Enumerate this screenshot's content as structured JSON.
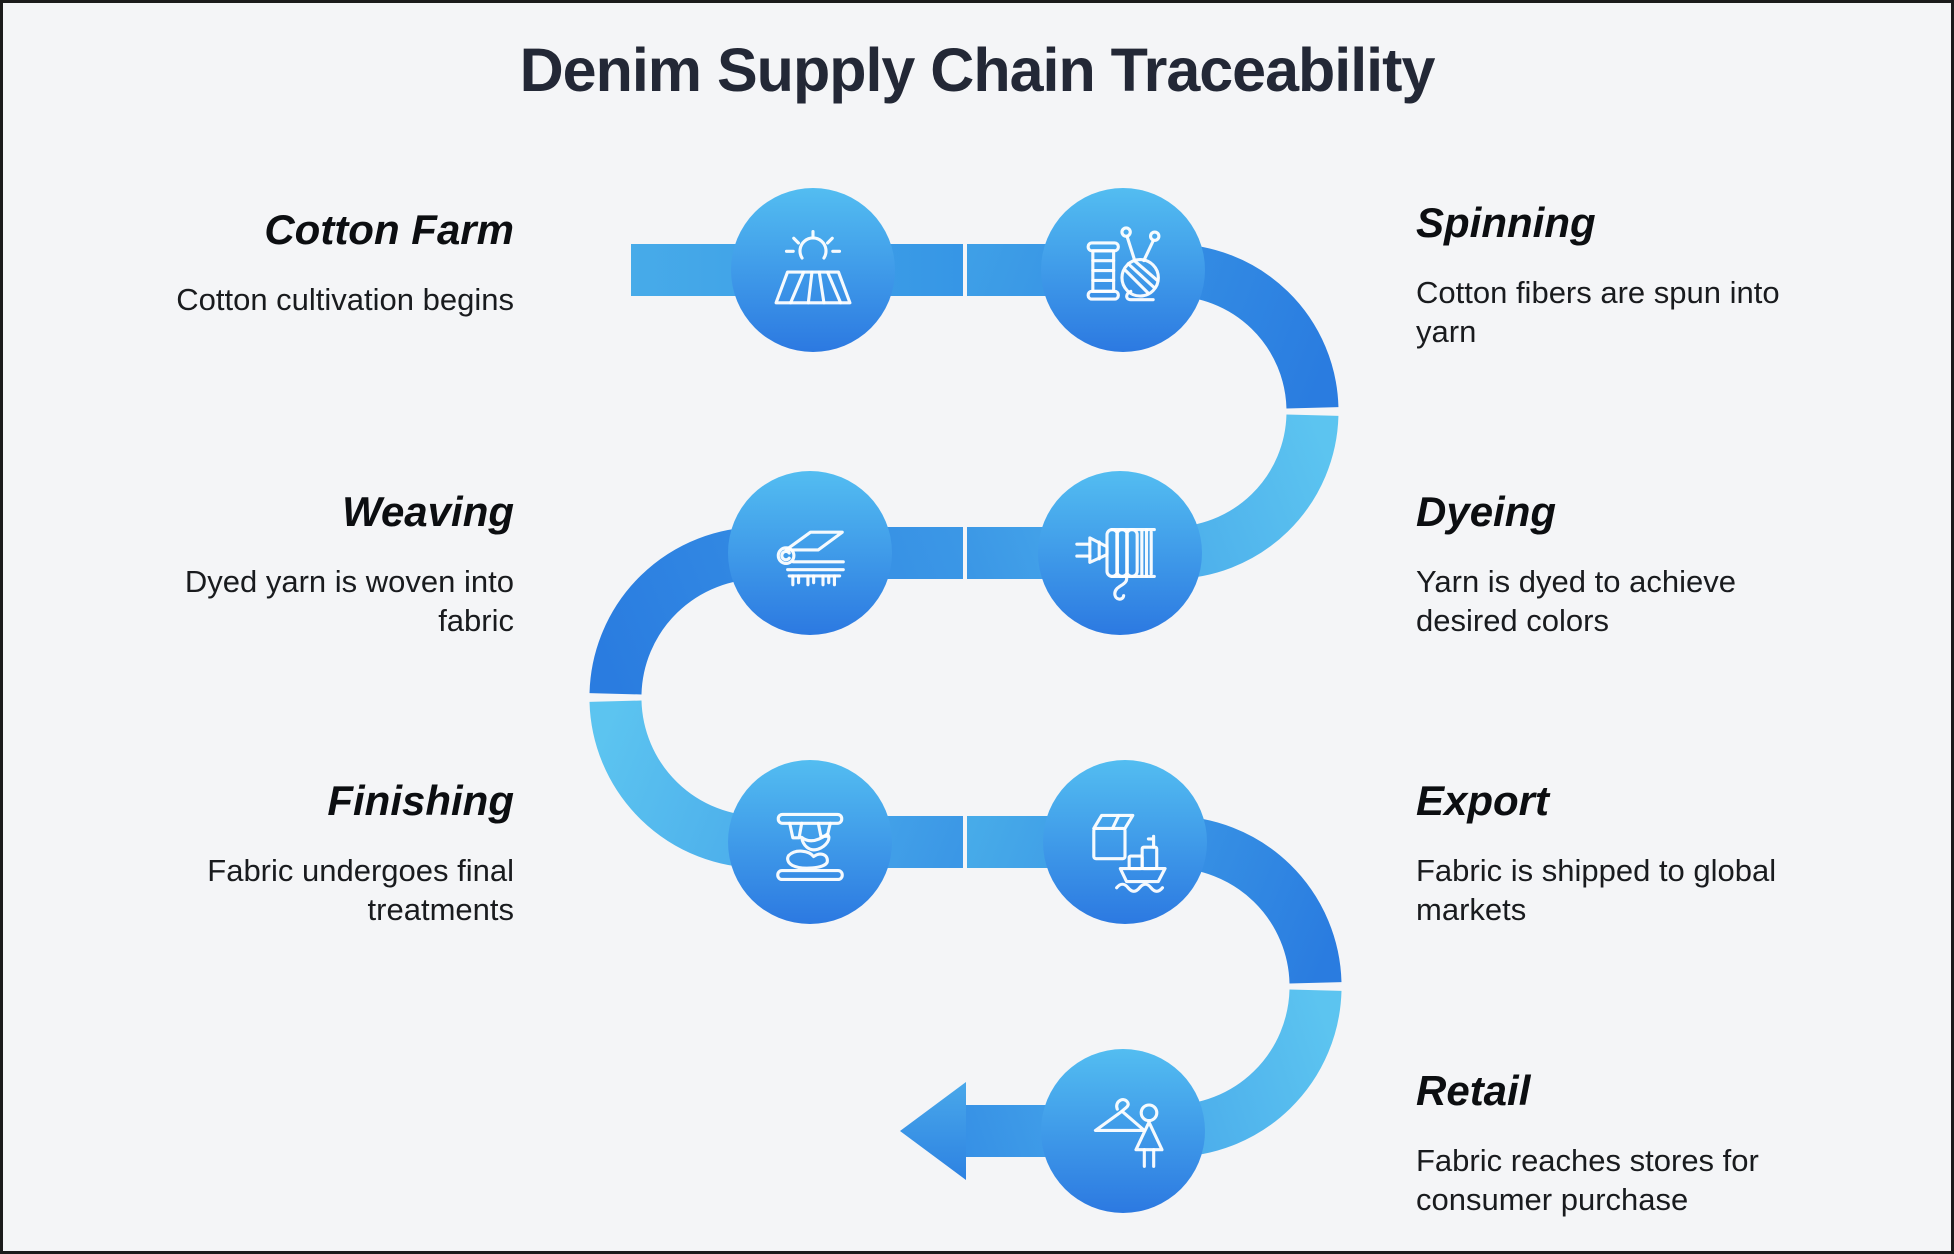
{
  "title": "Denim Supply Chain Traceability",
  "steps": [
    {
      "name": "cotton-farm",
      "title": "Cotton Farm",
      "description": "Cotton cultivation begins",
      "icon": "sun-field-icon",
      "side": "left"
    },
    {
      "name": "spinning",
      "title": "Spinning",
      "description": "Cotton fibers are spun into\nyarn",
      "icon": "spool-yarn-icon",
      "side": "right"
    },
    {
      "name": "dyeing",
      "title": "Dyeing",
      "description": "Yarn is dyed to achieve\ndesired colors",
      "icon": "yarn-dye-icon",
      "side": "right"
    },
    {
      "name": "weaving",
      "title": "Weaving",
      "description": "Dyed yarn is woven into\nfabric",
      "icon": "fabric-roll-loom-icon",
      "side": "left"
    },
    {
      "name": "finishing",
      "title": "Finishing",
      "description": "Fabric undergoes final\ntreatments",
      "icon": "fabric-press-icon",
      "side": "left"
    },
    {
      "name": "export",
      "title": "Export",
      "description": "Fabric is shipped to global\nmarkets",
      "icon": "box-ship-icon",
      "side": "right"
    },
    {
      "name": "retail",
      "title": "Retail",
      "description": "Fabric reaches stores for\nconsumer purchase",
      "icon": "hanger-shopper-icon",
      "side": "right"
    }
  ],
  "colors": {
    "background": "#f4f5f7",
    "band_light": "#5cc4f0",
    "band_mid": "#3b98e6",
    "band_dark": "#2a7bdf",
    "circle_top": "#53bdf1",
    "circle_bottom": "#2c79e1",
    "title_color": "#232836",
    "text_color": "#191b1e",
    "icon_stroke": "#ffffff"
  }
}
